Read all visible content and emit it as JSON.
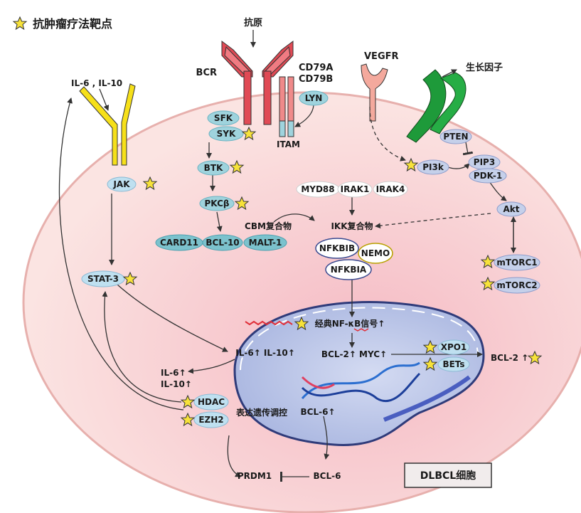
{
  "legend": {
    "star_label": "抗肿瘤疗法靶点"
  },
  "labels": {
    "antigen": "抗原",
    "bcr": "BCR",
    "cd79a": "CD79A",
    "cd79b": "CD79B",
    "itam": "ITAM",
    "il6_il10": "IL-6 , IL-10",
    "vegfr": "VEGFR",
    "growth_factor": "生长因子",
    "cbm": "CBM复合物",
    "ikk": "IKK复合物",
    "nfkb": "经典NF-κB信号↑",
    "il6_il10_up": "IL-6↑  IL-10↑",
    "il6_up": "IL-6↑",
    "il10_up": "IL-10↑",
    "bcl2_myc": "BCL-2↑ MYC↑",
    "bcl2_out": "BCL-2 ↑",
    "epigenetic": "表达遗传调控",
    "bcl6_up": "BCL-6↑",
    "bcl6": "BCL-6",
    "prdm1": "PRDM1",
    "cell": "DLBCL细胞"
  },
  "proteins": {
    "sfk": "SFK",
    "syk": "SYK",
    "btk": "BTK",
    "pkcb": "PKCβ",
    "card11": "CARD11",
    "bcl10": "BCL-10",
    "malt1": "MALT-1",
    "lyn": "LYN",
    "jak": "JAK",
    "stat3": "STAT-3",
    "myd88": "MYD88",
    "irak1": "IRAK1",
    "irak4": "IRAK4",
    "nfkbib": "NFKBIB",
    "nemo": "NEMO",
    "nfkbia": "NFKBIA",
    "pi3k": "PI3k",
    "pten": "PTEN",
    "pip3": "PIP3",
    "pdk1": "PDK-1",
    "akt": "Akt",
    "mtorc1": "mTORC1",
    "mtorc2": "mTORC2",
    "xpo1": "XPO1",
    "bets": "BETs",
    "hdac": "HDAC",
    "ezh2": "EZH2"
  },
  "colors": {
    "cell_fill": "#f9dcdc",
    "cell_stroke": "#e8aeae",
    "nucleus_fill": "#bfc8e8",
    "protein_fill": "#9fd3dd",
    "bcr_red": "#e04a55",
    "receptor_yellow": "#f6e019",
    "receptor_green": "#1e9a3a",
    "star": "#f7e23a"
  }
}
